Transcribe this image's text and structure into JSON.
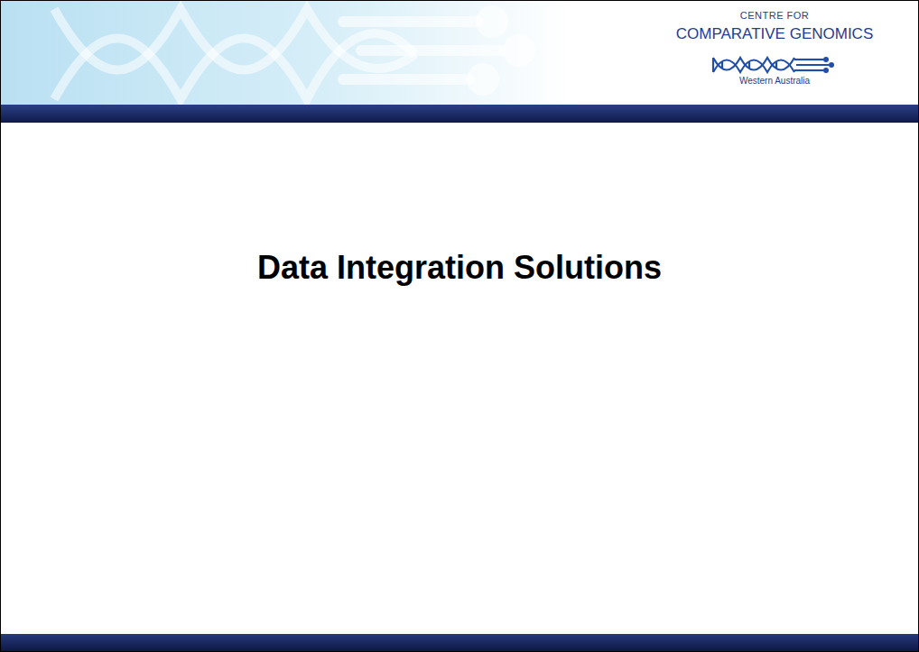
{
  "diagram": {
    "title": "Data Integration Solutions",
    "labels": [
      "CENTRE FOR",
      "COMPARATIVE GENOMICS",
      "Western Australia"
    ]
  }
}
